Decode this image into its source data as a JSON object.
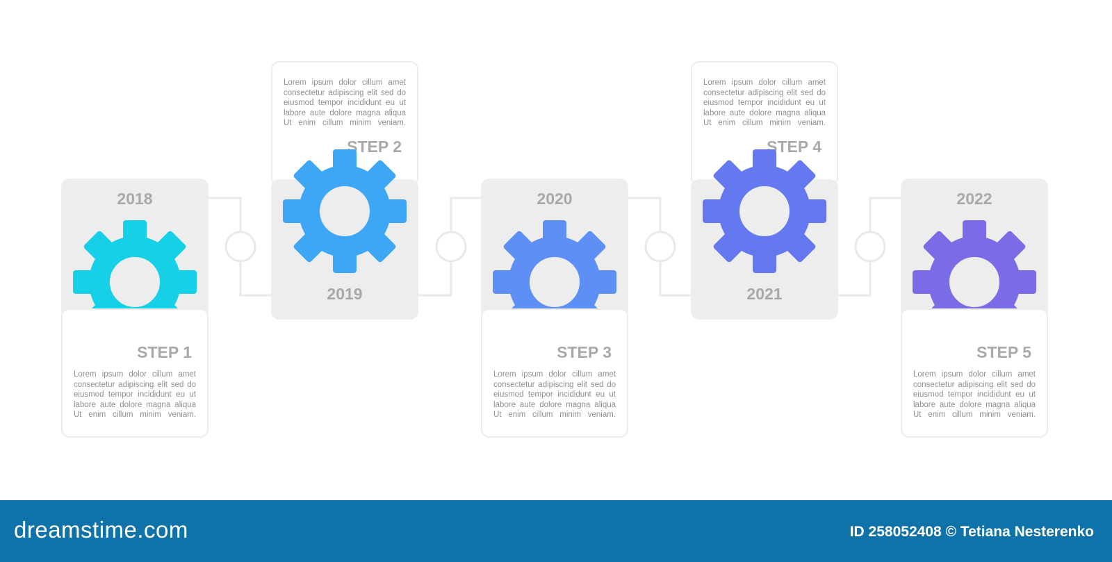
{
  "colors": {
    "gear_1": "#15d0e6",
    "gear_2": "#3da6f5",
    "gear_3": "#5d8ff4",
    "gear_4": "#6478ef",
    "gear_5": "#7a6be6",
    "card_gray": "#ededed",
    "text_gray": "#a8a8a8",
    "footer_bg": "#0f72a8"
  },
  "steps": [
    {
      "year": "2018",
      "title": "STEP 1",
      "text": "Lorem ipsum dolor cillum amet consectetur adipiscing elit sed do eiusmod tempor incididunt eu ut labore aute dolore magna aliqua Ut enim cillum minim veniam.",
      "icon": "gear-icon"
    },
    {
      "year": "2019",
      "title": "STEP 2",
      "text": "Lorem ipsum dolor cillum amet consectetur adipiscing elit sed do eiusmod tempor incididunt eu ut labore aute dolore magna aliqua Ut enim cillum minim veniam.",
      "icon": "gear-icon"
    },
    {
      "year": "2020",
      "title": "STEP 3",
      "text": "Lorem ipsum dolor cillum amet consectetur adipiscing elit sed do eiusmod tempor incididunt eu ut labore aute dolore magna aliqua Ut enim cillum minim veniam.",
      "icon": "gear-icon"
    },
    {
      "year": "2021",
      "title": "STEP 4",
      "text": "Lorem ipsum dolor cillum amet consectetur adipiscing elit sed do eiusmod tempor incididunt eu ut labore aute dolore magna aliqua Ut enim cillum minim veniam.",
      "icon": "gear-icon"
    },
    {
      "year": "2022",
      "title": "STEP 5",
      "text": "Lorem ipsum dolor cillum amet consectetur adipiscing elit sed do eiusmod tempor incididunt eu ut labore aute dolore magna aliqua Ut enim cillum minim veniam.",
      "icon": "gear-icon"
    }
  ],
  "footer": {
    "brand": "dreamstime.com",
    "credit": "ID 258052408 © Tetiana Nesterenko"
  }
}
